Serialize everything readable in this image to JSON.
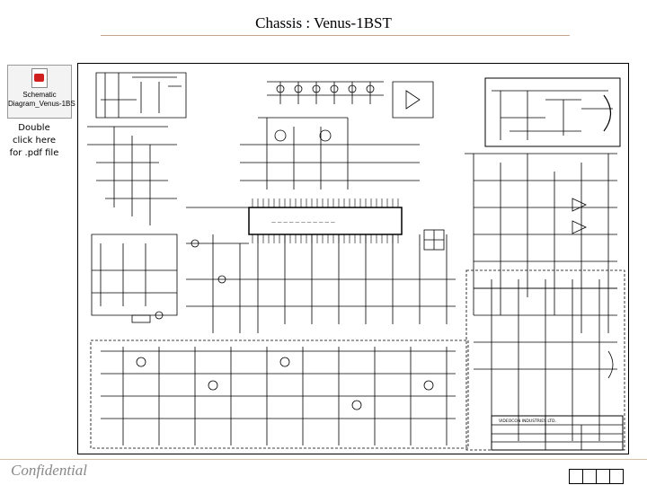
{
  "slide": {
    "title": "Chassis : Venus-1BST",
    "footer": "Confidential",
    "page_glyphs": 4
  },
  "attachment": {
    "icon": "pdf-file-icon",
    "name_line1": "Schematic",
    "name_line2": "Diagram_Venus-1BS",
    "hint": "Double click here for .pdf file"
  },
  "schematic": {
    "kind": "circuit-schematic",
    "sheet_text": [
      "VIDEOCON INDUSTRIES LTD."
    ]
  },
  "colors": {
    "rule": "#c8a58a",
    "footer_text": "#888888"
  }
}
